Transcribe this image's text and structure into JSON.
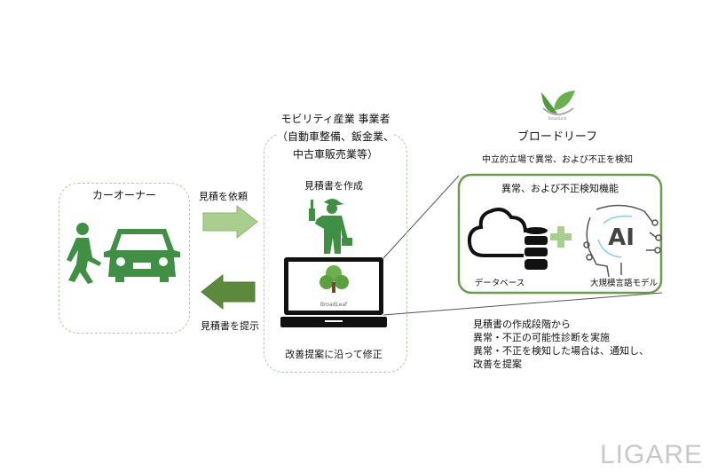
{
  "car_owner": {
    "title": "カーオーナー"
  },
  "arrows": {
    "request": "見積を依頼",
    "present": "見積書を提示"
  },
  "business": {
    "title_lines": [
      "モビリティ産業 事業者",
      "（自動車整備、鈑金業、",
      "中古車販売業等）"
    ],
    "create": "見積書を作成",
    "fix": "改善提案に沿って修正",
    "laptop_logo": "BroadLeaf"
  },
  "broadleaf": {
    "logo_text": "BroadLeaf",
    "name": "ブロードリーフ",
    "tagline": "中立的立場で異常、および不正を検知"
  },
  "detection": {
    "title": "異常、および不正検知機能",
    "database": "データベース",
    "llm": "大規模言語モデル",
    "ai": "AI"
  },
  "notes": [
    "見積書の作成段階から",
    "異常・不正の可能性診断を実施",
    "異常・不正を検知した場合は、通知し、",
    "改善を提案"
  ],
  "watermark": "LIGARE",
  "colors": {
    "green": "#3f8f45",
    "light_arrow": "#a9cf8e",
    "dark_arrow": "#5b8a3c",
    "box_border": "#6b9b4c"
  }
}
